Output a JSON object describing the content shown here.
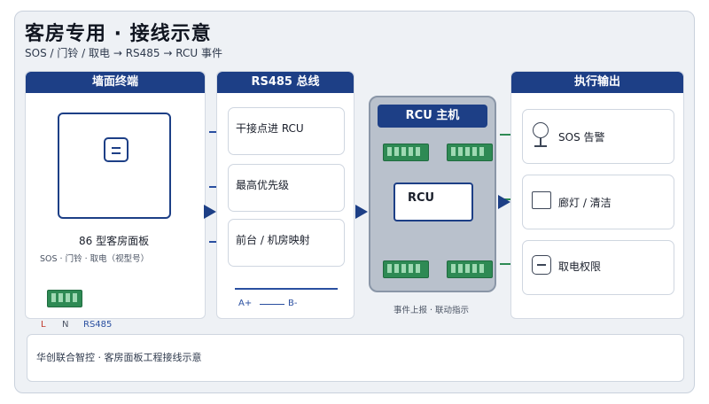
{
  "header": {
    "title": "客房专用 · 接线示意",
    "subtitle": "SOS / 门铃 / 取电 → RS485 → RCU 事件"
  },
  "panel_wall": {
    "heading": "墙面终端",
    "device_name": "86 型客房面板",
    "device_caption": "SOS · 门铃 · 取电（视型号）",
    "terminals": [
      "L",
      "N",
      "RS485"
    ],
    "terminal_colors": [
      "#c0392b",
      "#4a5363",
      "#2a4fa0"
    ]
  },
  "panel_bus": {
    "heading": "RS485 总线",
    "items": [
      "干接点进 RCU",
      "最高优先级",
      "前台 / 机房映射"
    ],
    "bus_labels": [
      "A+",
      "B-"
    ]
  },
  "panel_rcu": {
    "heading": "RCU 主机",
    "core_label": "RCU",
    "caption": "事件上报 · 联动指示"
  },
  "panel_output": {
    "heading": "执行输出",
    "items": [
      {
        "label": "SOS 告警",
        "icon": "alarm-bell-icon"
      },
      {
        "label": "廊灯 / 清洁",
        "icon": "light-square-icon"
      },
      {
        "label": "取电权限",
        "icon": "power-card-icon"
      }
    ]
  },
  "footer": {
    "text": "华创联合智控 · 客房面板工程接线示意"
  },
  "colors": {
    "header_blue": "#1d3f86",
    "connector_green": "#2e8a54",
    "rcu_body": "#b9c1cc"
  }
}
